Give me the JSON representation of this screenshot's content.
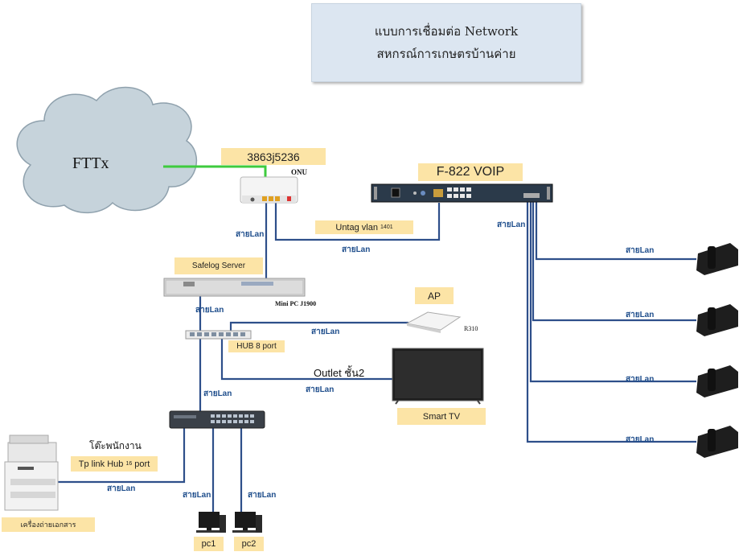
{
  "title": {
    "line1": "แบบการเชื่อมต่อ Network",
    "line2": "สหกรณ์การเกษตรบ้านค่าย"
  },
  "nodes": {
    "cloud": "FTTx",
    "onu_id": "3863j5236",
    "onu": "ONU",
    "voip": "F-822 VOIP",
    "untag": "Untag vlan",
    "untag_num": "1401",
    "safelog": "Safelog Server",
    "minipc": "Mini PC J1900",
    "ap": "AP",
    "ap_model": "R310",
    "hub8": "HUB 8 port",
    "outlet": "Outlet ชั้น2",
    "smart_tv": "Smart TV",
    "desk": "โต๊ะพนักงาน",
    "hub16": "Tp link Hub",
    "hub16_num": "16",
    "hub16_suffix": "port",
    "copier": "เครื่องถ่ายเอกสาร",
    "pc1": "pc1",
    "pc2": "pc2"
  },
  "cable_label": "สายLan",
  "colors": {
    "fiber": "#3ecb3e",
    "lan": "#2e4f8a",
    "tag_bg": "#fce4a6",
    "title_bg": "#dce6f1",
    "cloud": "#c6d3db"
  }
}
